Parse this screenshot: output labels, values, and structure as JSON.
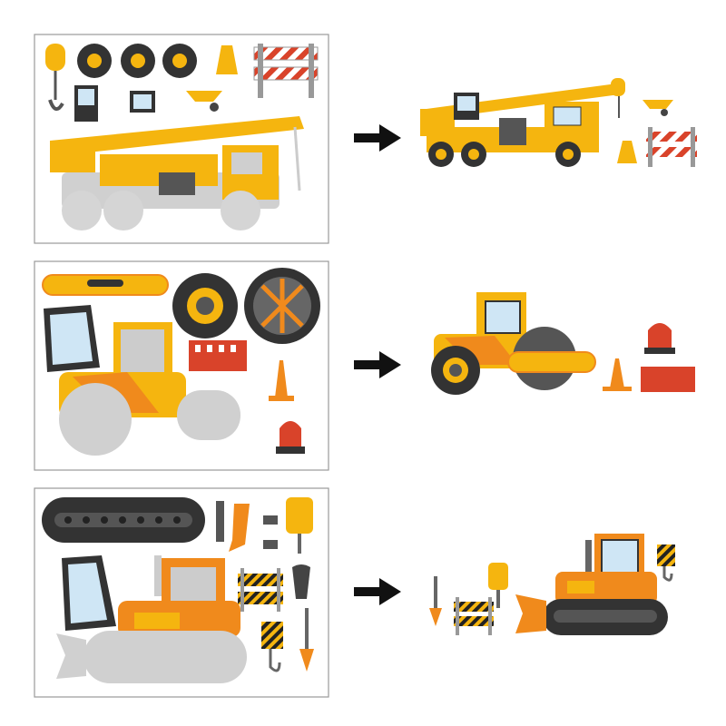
{
  "colors": {
    "yellow": "#f5b50f",
    "orange": "#f08a1c",
    "dark": "#3a3a3a",
    "gray": "#c9c9c9",
    "red": "#d9432a",
    "window": "#cfe6f5",
    "arrow": "#111111"
  },
  "rows": [
    {
      "vehicle": "crane-truck",
      "sheet_icon": "crane-sticker-sheet-icon",
      "result_icon": "assembled-crane-icon"
    },
    {
      "vehicle": "road-roller",
      "sheet_icon": "roller-sticker-sheet-icon",
      "result_icon": "assembled-roller-icon"
    },
    {
      "vehicle": "bulldozer",
      "sheet_icon": "bulldozer-sticker-sheet-icon",
      "result_icon": "assembled-bulldozer-icon"
    }
  ]
}
